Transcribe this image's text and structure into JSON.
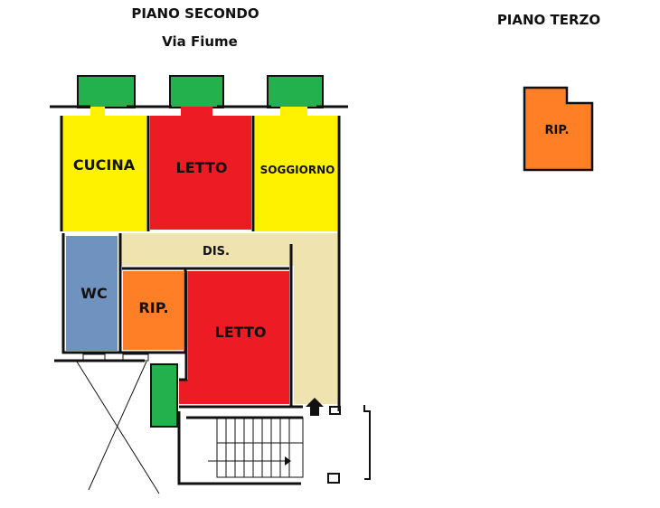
{
  "titles": {
    "floor2": "PIANO SECONDO",
    "street": "Via Fiume",
    "floor3": "PIANO TERZO"
  },
  "rooms": {
    "cucina": "CUCINA",
    "letto1": "LETTO",
    "soggiorno": "SOGGIORNO",
    "dis": "DIS.",
    "wc": "WC",
    "rip": "RIP.",
    "letto2": "LETTO",
    "rip3": "RIP."
  },
  "colors": {
    "kitchen_living": "#fff200",
    "bedroom": "#ed1c24",
    "hall": "#efe4b0",
    "bath": "#7092be",
    "storage": "#ff7f27",
    "balcony": "#22b14c"
  }
}
